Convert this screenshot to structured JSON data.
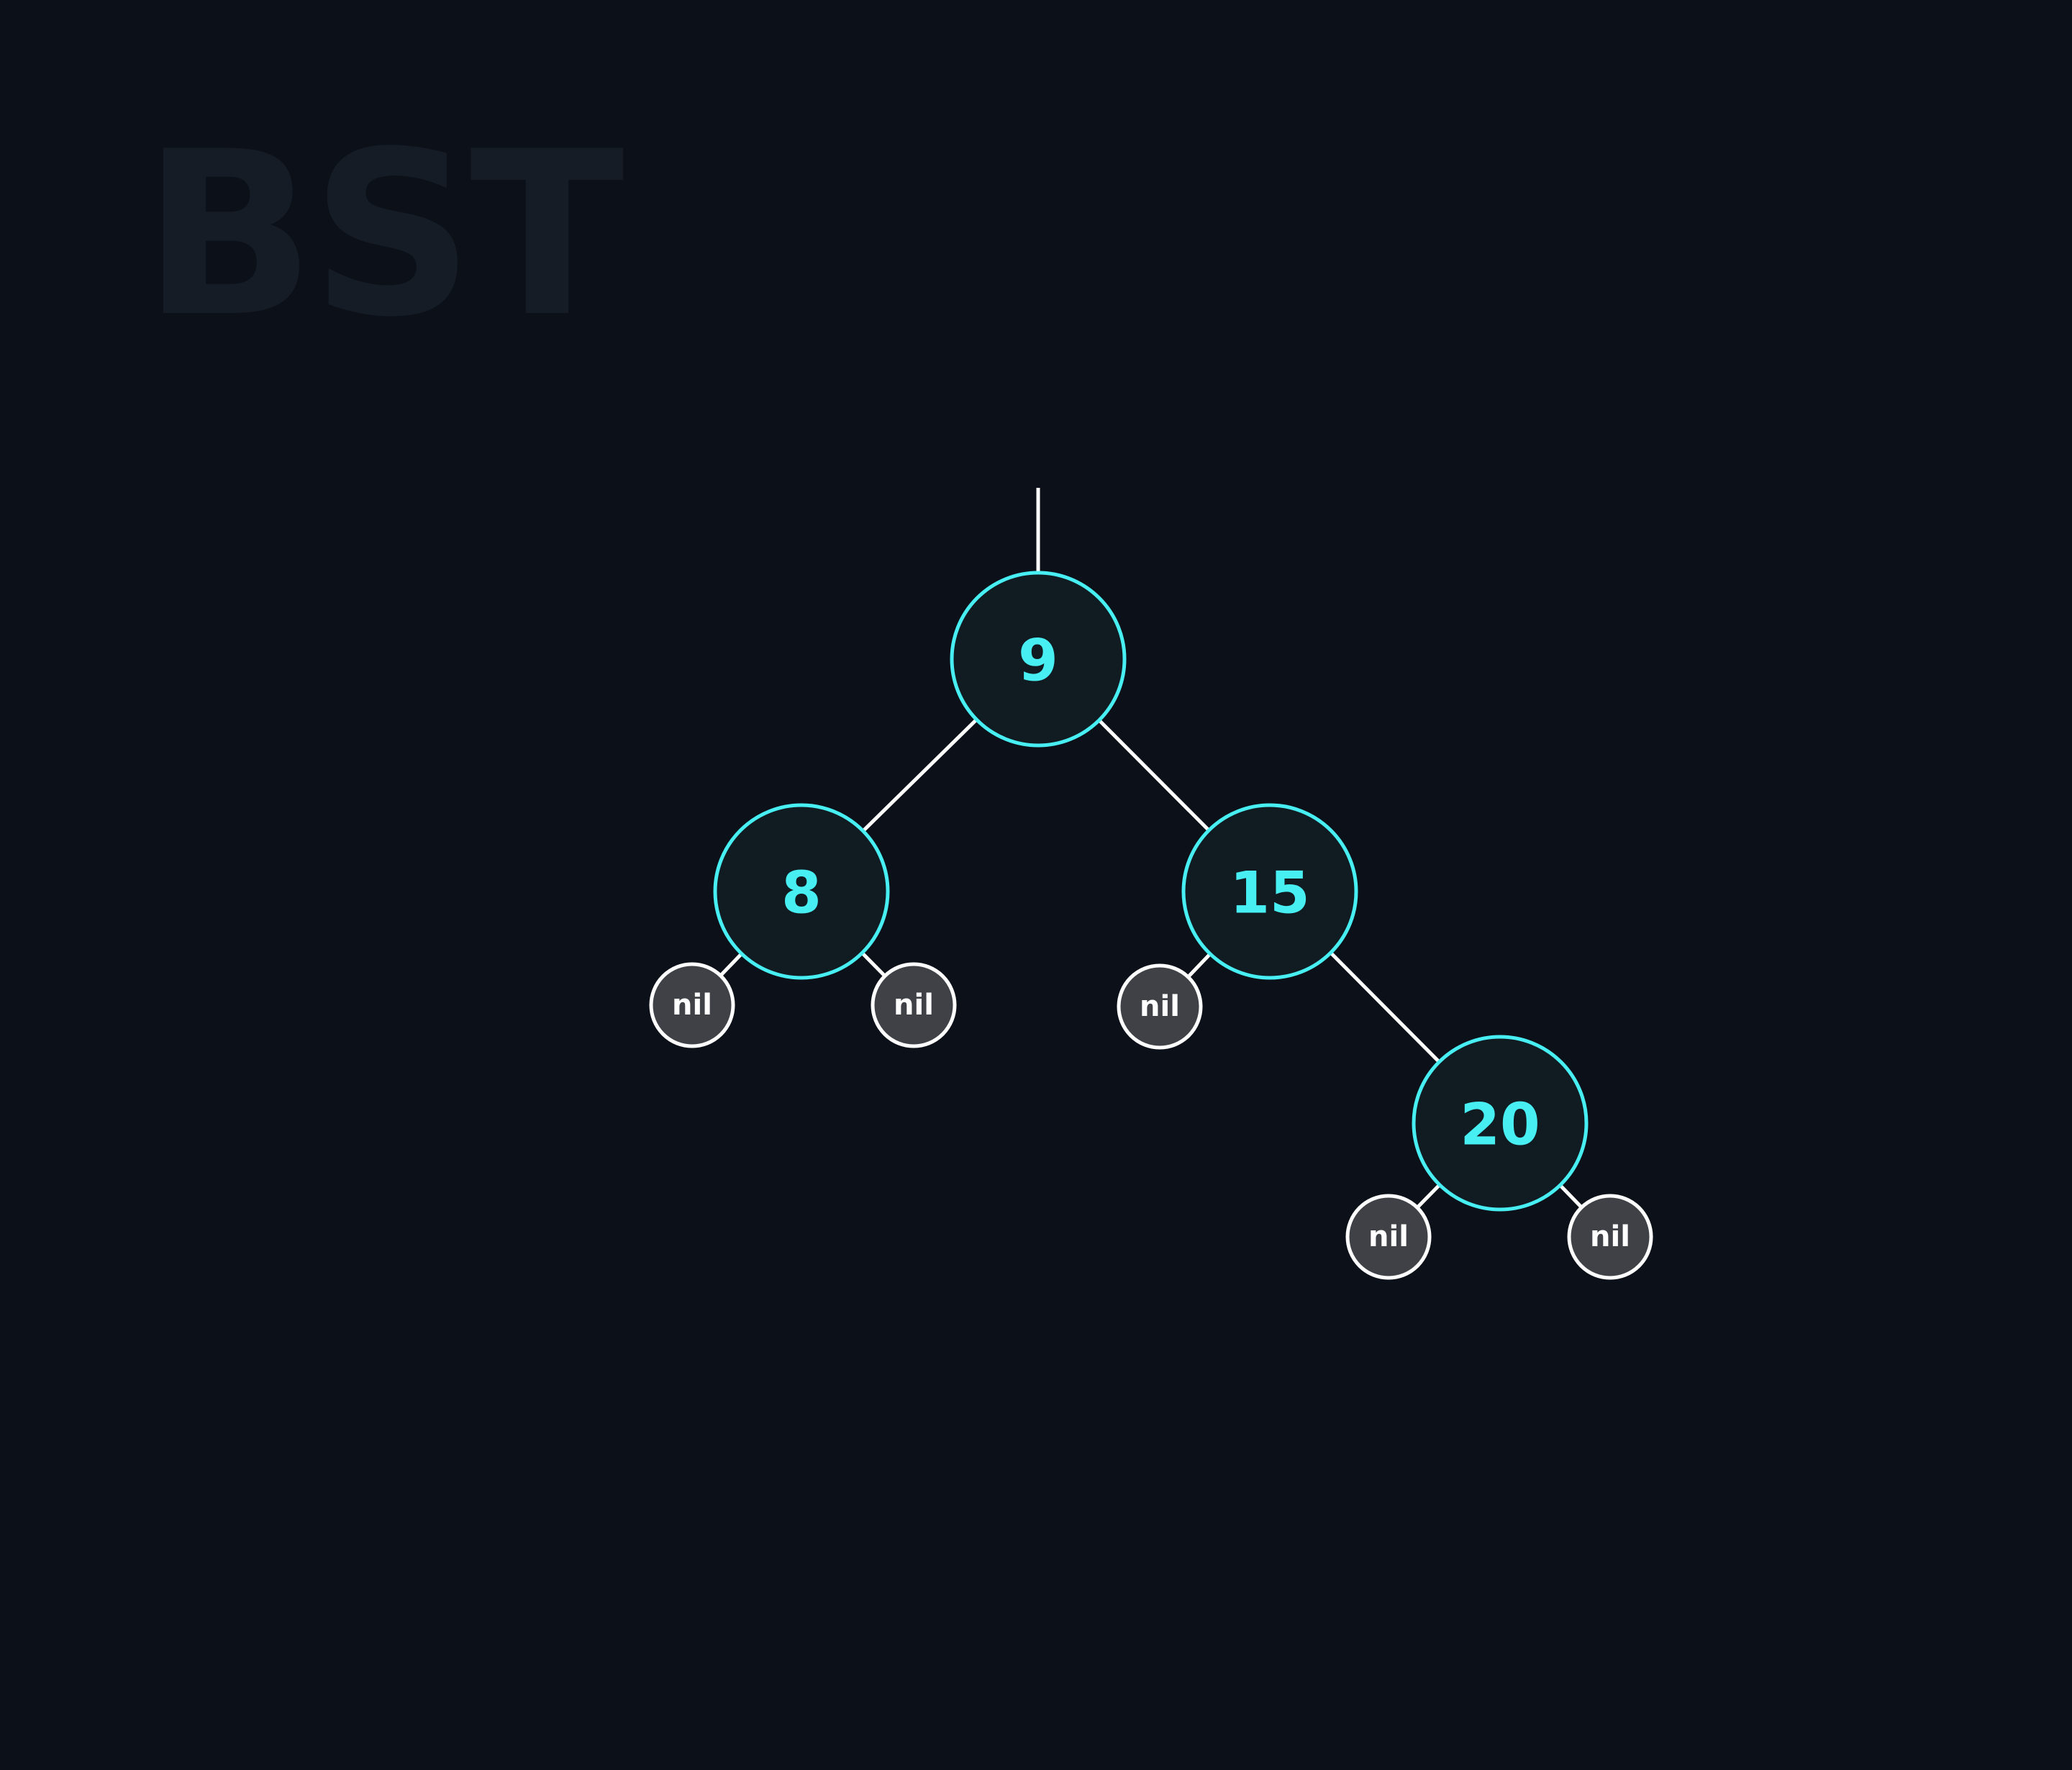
{
  "watermark": "BST",
  "colors": {
    "background": "#0c1018",
    "watermark": "#161c26",
    "edge": "#ffffff",
    "node_fill": "#111c22",
    "node_stroke": "#47eef2",
    "node_text": "#47eef2",
    "nil_fill": "#3f4146",
    "nil_stroke": "#ffffff",
    "nil_text": "#ffffff"
  },
  "tree": {
    "root": "9",
    "nodes": [
      {
        "id": "n9",
        "label": "9",
        "kind": "value"
      },
      {
        "id": "n8",
        "label": "8",
        "kind": "value"
      },
      {
        "id": "n15",
        "label": "15",
        "kind": "value"
      },
      {
        "id": "n20",
        "label": "20",
        "kind": "value"
      },
      {
        "id": "nil8l",
        "label": "nil",
        "kind": "nil"
      },
      {
        "id": "nil8r",
        "label": "nil",
        "kind": "nil"
      },
      {
        "id": "nil15l",
        "label": "nil",
        "kind": "nil"
      },
      {
        "id": "nil20l",
        "label": "nil",
        "kind": "nil"
      },
      {
        "id": "nil20r",
        "label": "nil",
        "kind": "nil"
      }
    ],
    "edges": [
      {
        "from": "n9",
        "to": "n8"
      },
      {
        "from": "n9",
        "to": "n15"
      },
      {
        "from": "n8",
        "to": "nil8l"
      },
      {
        "from": "n8",
        "to": "nil8r"
      },
      {
        "from": "n15",
        "to": "nil15l"
      },
      {
        "from": "n15",
        "to": "n20"
      },
      {
        "from": "n20",
        "to": "nil20l"
      },
      {
        "from": "n20",
        "to": "nil20r"
      }
    ]
  }
}
